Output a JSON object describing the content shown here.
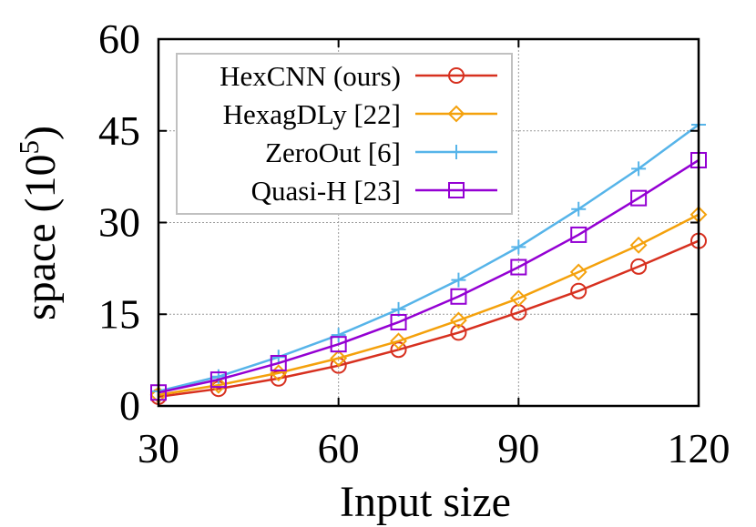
{
  "chart_data": {
    "type": "line",
    "title": "",
    "xlabel": "Input size",
    "ylabel": "space (10",
    "ylabel_exponent": "5",
    "ylabel_close": ")",
    "xlim": [
      30,
      120
    ],
    "ylim": [
      0,
      60
    ],
    "xticks": [
      "30",
      "60",
      "90",
      "120"
    ],
    "yticks": [
      "0",
      "15",
      "30",
      "45",
      "60"
    ],
    "grid": true,
    "legend_position": "top-left",
    "x": [
      30,
      40,
      50,
      60,
      70,
      80,
      90,
      100,
      110,
      120
    ],
    "series": [
      {
        "name": "HexCNN (ours)",
        "color": "#d7301f",
        "marker": "circle",
        "values": [
          1.5,
          2.8,
          4.5,
          6.6,
          9.2,
          12.0,
          15.3,
          18.8,
          22.8,
          27.0
        ]
      },
      {
        "name": "HexagDLy [22]",
        "color": "#f4a10c",
        "marker": "diamond",
        "values": [
          1.8,
          3.4,
          5.4,
          7.8,
          10.6,
          14.0,
          17.6,
          21.9,
          26.3,
          31.3
        ]
      },
      {
        "name": "ZeroOut [6]",
        "color": "#56b4e9",
        "marker": "plus",
        "values": [
          2.4,
          4.8,
          8.0,
          11.6,
          15.8,
          20.6,
          26.0,
          32.2,
          38.8,
          46.0
        ]
      },
      {
        "name": "Quasi-H [23]",
        "color": "#9400d3",
        "marker": "square",
        "values": [
          2.2,
          4.3,
          7.0,
          10.1,
          13.7,
          17.9,
          22.7,
          28.0,
          34.0,
          40.2
        ]
      }
    ]
  }
}
